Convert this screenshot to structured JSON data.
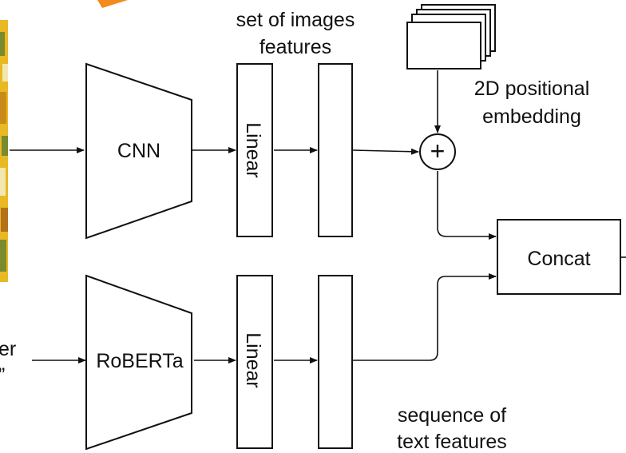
{
  "diagram": {
    "cnn_label": "CNN",
    "roberta_label": "RoBERTa",
    "linear_top_label": "Linear",
    "linear_bottom_label": "Linear",
    "image_features_label_line1": "set of images",
    "image_features_label_line2": "features",
    "positional_label_line1": "2D positional",
    "positional_label_line2": "embedding",
    "plus_symbol": "+",
    "concat_label": "Concat",
    "text_features_label_line1": "sequence of",
    "text_features_label_line2": "text features",
    "partial_text_line1": "er",
    "partial_text_line2": "”"
  },
  "colors": {
    "line": "#111111",
    "accent_orange": "#f28a1e",
    "image_yellow": "#e8b923",
    "image_green": "#7a8a2e",
    "image_light": "#f3e7b0"
  }
}
